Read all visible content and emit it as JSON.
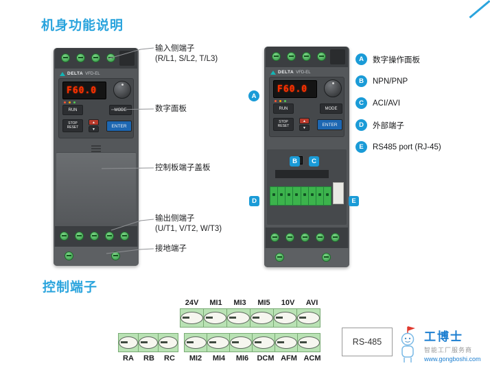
{
  "sections": {
    "body_functions": "机身功能说明",
    "control_terminals": "控制端子"
  },
  "device": {
    "brand": "DELTA",
    "model": "VFD-EL",
    "display_value": "F60.0",
    "keys": {
      "run": "RUN",
      "mode": "MODE",
      "stop_line1": "STOP",
      "stop_line2": "RESET",
      "up": "▲",
      "down": "▼",
      "enter": "ENTER"
    }
  },
  "callouts_left": [
    {
      "line1": "输入侧端子",
      "line2": "(R/L1, S/L2, T/L3)"
    },
    {
      "line1": "数字面板"
    },
    {
      "line1": "控制板端子盖板"
    },
    {
      "line1": "输出侧端子",
      "line2": "(U/T1, V/T2, W/T3)"
    },
    {
      "line1": "接地端子"
    }
  ],
  "legend": [
    {
      "letter": "A",
      "label": "数字操作面板"
    },
    {
      "letter": "B",
      "label": "NPN/PNP"
    },
    {
      "letter": "C",
      "label": "ACI/AVI"
    },
    {
      "letter": "D",
      "label": "外部端子"
    },
    {
      "letter": "E",
      "label": "RS485 port (RJ-45)"
    }
  ],
  "terminal_diagram": {
    "top_labels": [
      "24V",
      "MI1",
      "MI3",
      "MI5",
      "10V",
      "AVI"
    ],
    "relay_labels": [
      "RA",
      "RB",
      "RC"
    ],
    "bottom_labels": [
      "MI2",
      "MI4",
      "MI6",
      "DCM",
      "AFM",
      "ACM"
    ],
    "rs485": "RS-485"
  },
  "watermark": {
    "brand": "工博士",
    "tagline": "智能工厂服务商",
    "url": "www.gongboshi.com"
  },
  "colors": {
    "accent_blue": "#2aa4dd",
    "badge_blue": "#1a9bd7",
    "terminal_green": "#b9e2b4",
    "display_red": "#ff3000",
    "enter_blue": "#1d67b2"
  }
}
